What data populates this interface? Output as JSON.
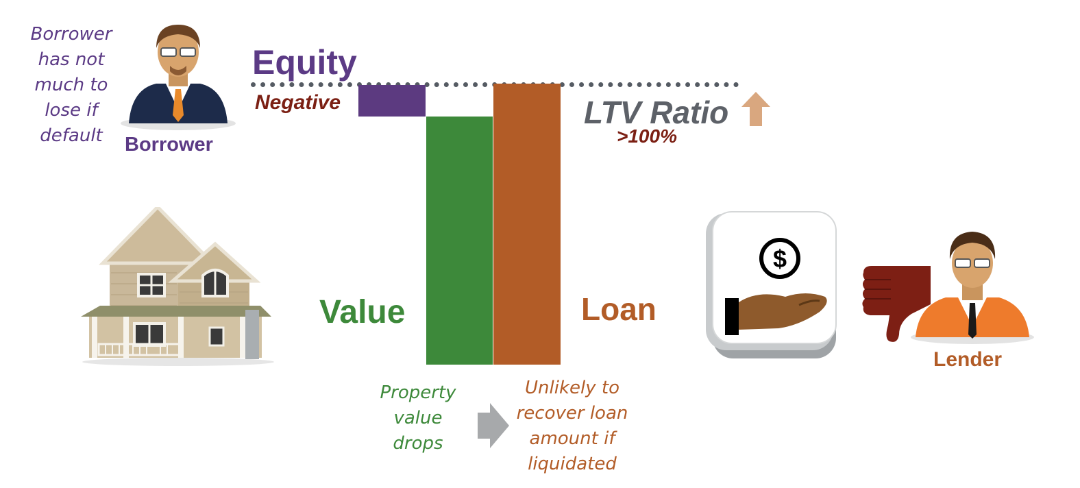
{
  "borrower": {
    "note_lines": [
      "Borrower",
      "has not",
      "much to",
      "lose if",
      "default"
    ],
    "label": "Borrower"
  },
  "equity": {
    "title": "Equity",
    "status": "Negative"
  },
  "ltv": {
    "label": "LTV Ratio",
    "value": ">100%",
    "trend_icon": "up-arrow-icon"
  },
  "value": {
    "label": "Value",
    "note_lines": [
      "Property",
      "value",
      "drops"
    ]
  },
  "loan": {
    "label": "Loan",
    "note_lines": [
      "Unlikely to",
      "recover loan",
      "amount if",
      "liquidated"
    ]
  },
  "lender": {
    "label": "Lender"
  },
  "icons": [
    "borrower-avatar",
    "house-image",
    "loan-hand-dollar-icon",
    "thumbs-down-icon",
    "lender-avatar",
    "right-arrow-icon"
  ],
  "colors": {
    "equity": "#5c3a80",
    "value": "#3d893a",
    "loan": "#b25c27",
    "negative": "#7b1f13",
    "ltv_text": "#5d6168",
    "arrow": "#d9a77f"
  }
}
